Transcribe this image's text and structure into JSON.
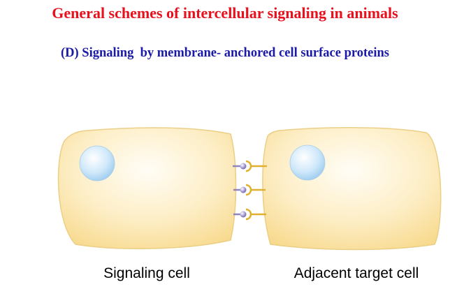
{
  "title": "General schemes of intercellular signaling in animals",
  "subtitle": "(D) Signaling  by membrane- anchored cell surface proteins",
  "cells": [
    {
      "label": "Signaling cell"
    },
    {
      "label": "Adjacent target cell"
    }
  ],
  "colors": {
    "title": "#e8101c",
    "subtitle": "#1a1aa6",
    "cell_fill": "#fbe3a6",
    "cell_stroke": "#e8c97a",
    "nucleus": "#bfe0f7",
    "ligand_ball": "#9a90c8",
    "receptor": "#e0b030"
  }
}
